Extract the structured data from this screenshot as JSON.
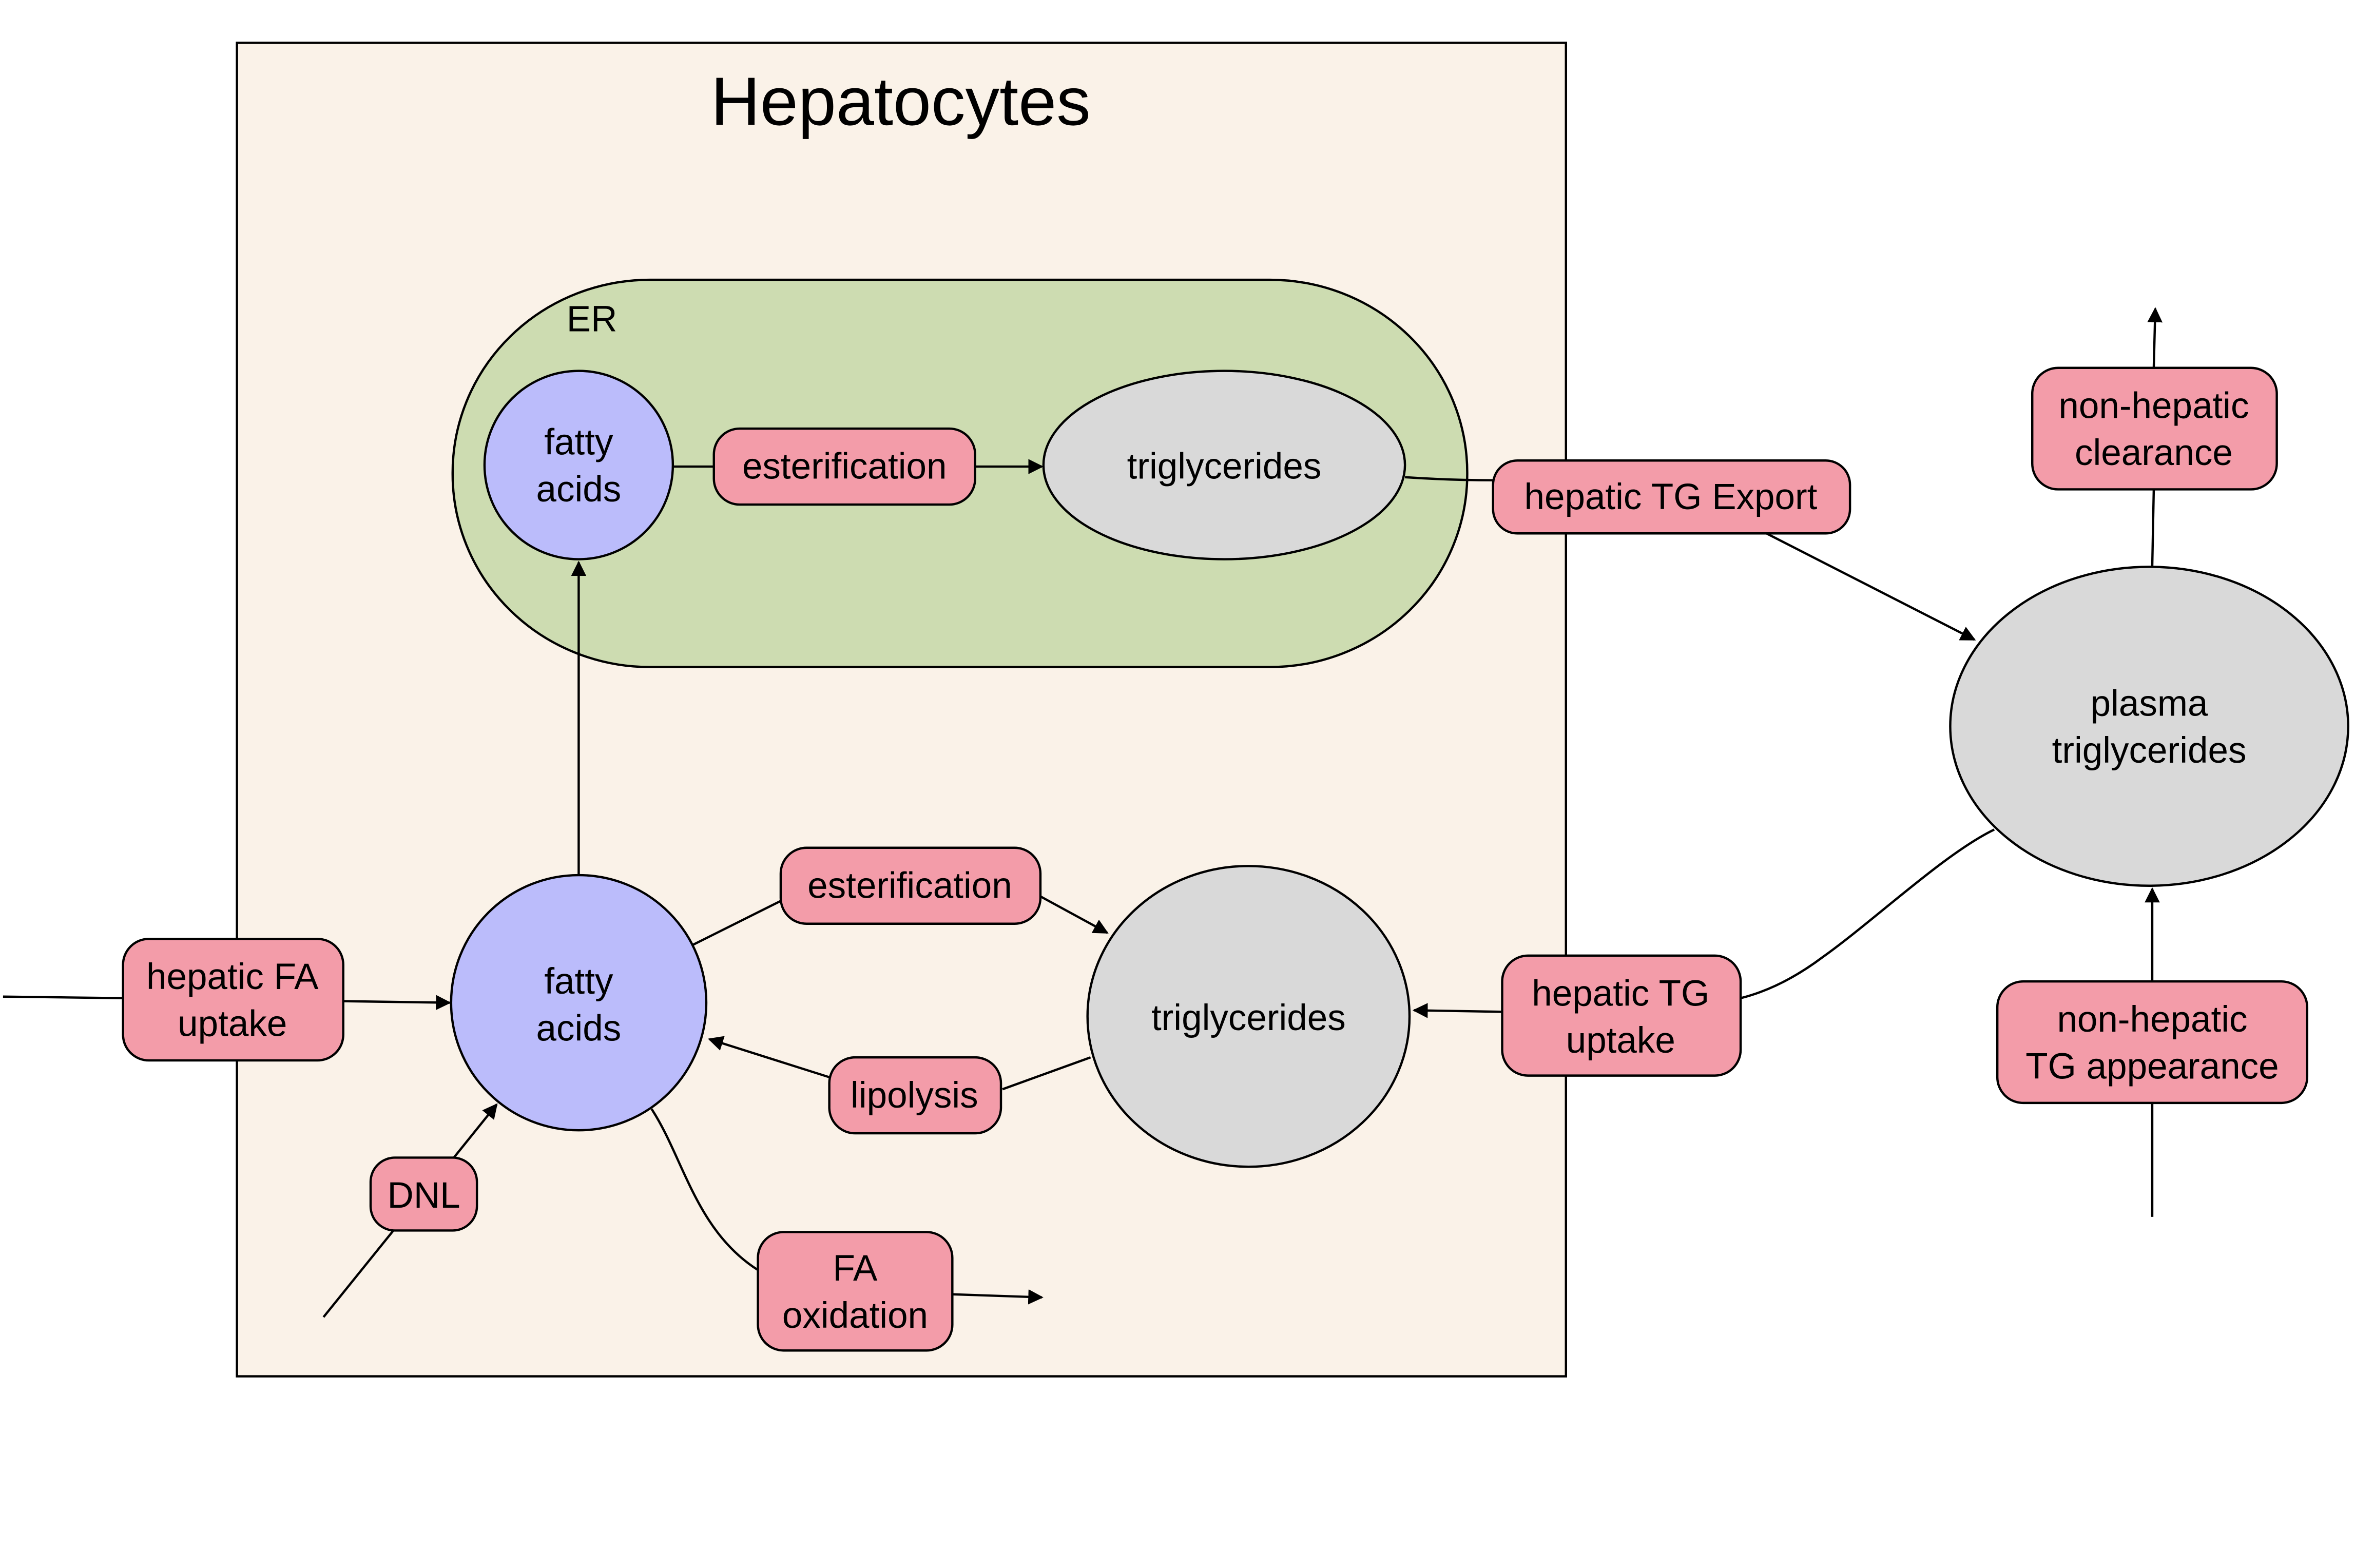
{
  "title": "Hepatocytes",
  "er_label": "ER",
  "colors": {
    "cell_fill": "#faf2e8",
    "er_fill": "#cddcb1",
    "fatty_acids_fill": "#bbbcfb",
    "triglycerides_fill": "#d9d9d9",
    "process_fill": "#f39ca9",
    "stroke": "#000000"
  },
  "nodes": {
    "er_fatty_acids": [
      "fatty",
      "acids"
    ],
    "er_triglycerides": [
      "triglycerides"
    ],
    "cyto_fatty_acids": [
      "fatty",
      "acids"
    ],
    "cyto_triglycerides": [
      "triglycerides"
    ],
    "plasma_triglycerides": [
      "plasma",
      "triglycerides"
    ]
  },
  "processes": {
    "er_esterification": [
      "esterification"
    ],
    "hepatic_tg_export": [
      "hepatic TG Export"
    ],
    "non_hepatic_clearance": [
      "non-hepatic",
      "clearance"
    ],
    "cyto_esterification": [
      "esterification"
    ],
    "hepatic_fa_uptake": [
      "hepatic FA",
      "uptake"
    ],
    "lipolysis": [
      "lipolysis"
    ],
    "hepatic_tg_uptake": [
      "hepatic TG",
      "uptake"
    ],
    "dnl": [
      "DNL"
    ],
    "fa_oxidation": [
      "FA",
      "oxidation"
    ],
    "non_hepatic_tg_appearance": [
      "non-hepatic",
      "TG appearance"
    ]
  }
}
